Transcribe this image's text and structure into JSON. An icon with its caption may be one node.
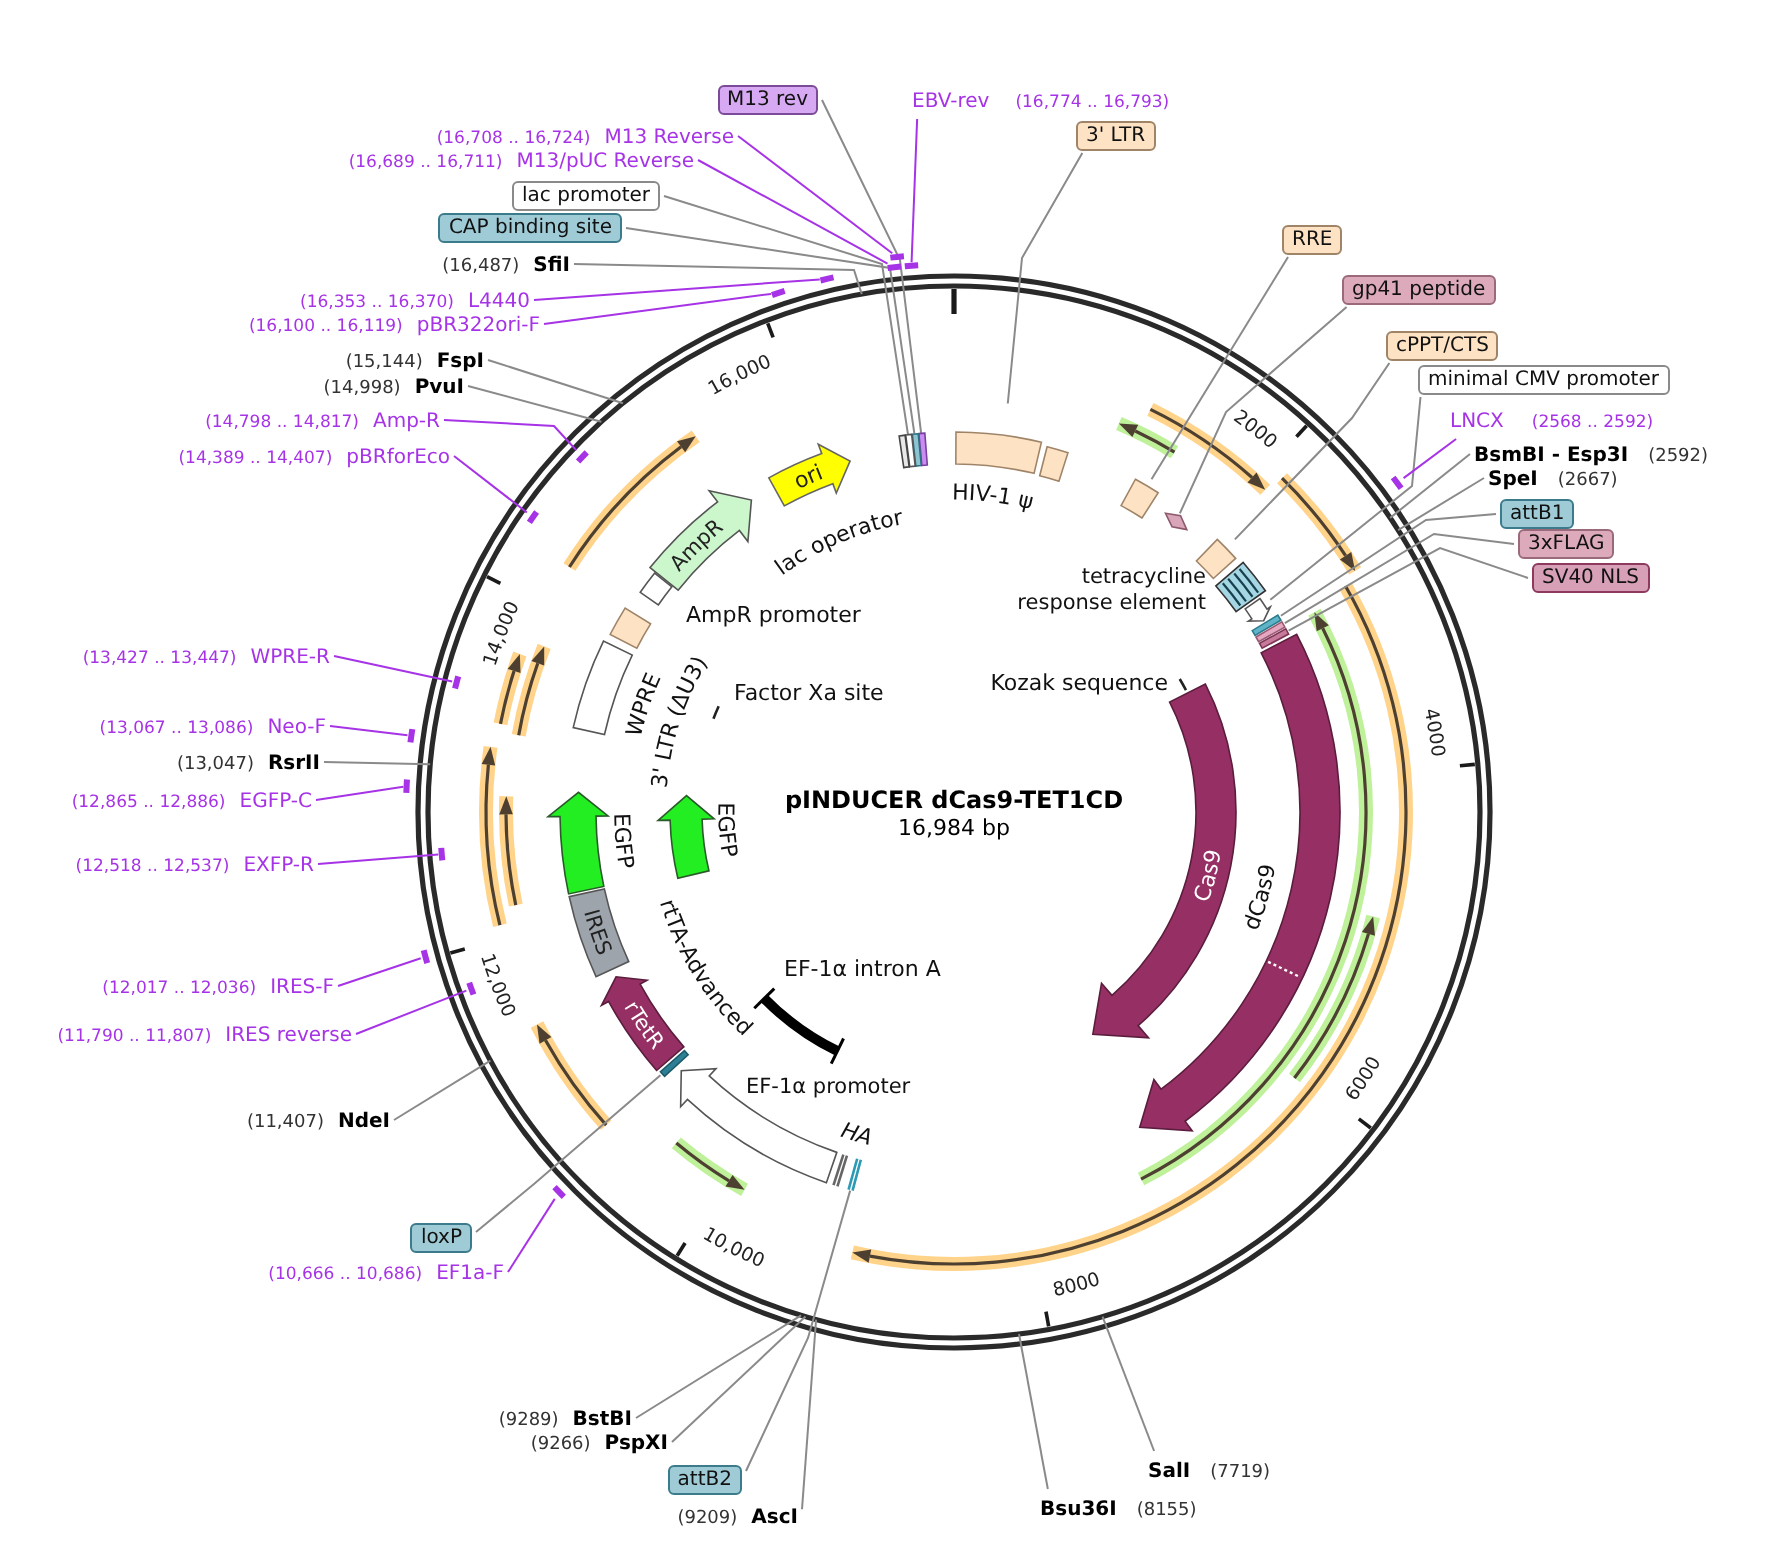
{
  "diagram": {
    "title": "pINDUCER dCas9-TET1CD",
    "nodes": [
      {
        "text": [
          "M13 rev"
        ]
      },
      {
        "text": [
          "EBV-rev",
          "(16,774 .. 16,793)"
        ]
      },
      {
        "text": [
          "3' LTR"
        ]
      },
      {
        "text": [
          "(16,708 .. 16,724)",
          "M13 Reverse"
        ]
      },
      {
        "text": [
          "(16,689 .. 16,711)",
          "M13/pUC Reverse"
        ]
      },
      {
        "text": [
          "lac promoter"
        ]
      },
      {
        "text": [
          "CAP binding site"
        ]
      },
      {
        "text": [
          "RRE"
        ]
      },
      {
        "text": [
          "(16,487)",
          "SfiI"
        ]
      },
      {
        "text": [
          "gp41 peptide"
        ]
      },
      {
        "text": [
          "(16,353 .. 16,370)",
          "L4440"
        ]
      },
      {
        "text": [
          "(16,100 .. 16,119)",
          "pBR322ori-F"
        ]
      },
      {
        "text": [
          "cPPT/CTS"
        ]
      },
      {
        "text": [
          "(15,144)",
          "FspI"
        ]
      },
      {
        "text": [
          "minimal CMV promoter"
        ]
      },
      {
        "text": [
          "(14,998)",
          "PvuI"
        ]
      },
      {
        "text": [
          "(14,798 .. 14,817)",
          "Amp-R"
        ]
      },
      {
        "text": [
          "LNCX",
          "(2568 .. 2592)"
        ]
      },
      {
        "text": [
          "BsmBI - Esp3I",
          "(2592)"
        ]
      },
      {
        "text": [
          "(14,389 .. 14,407)",
          "pBRforEco"
        ]
      },
      {
        "text": [
          "SpeI",
          "(2667)"
        ]
      },
      {
        "text": [
          "attB1"
        ]
      },
      {
        "text": [
          "3xFLAG"
        ]
      },
      {
        "text": [
          "SV40 NLS"
        ]
      },
      {
        "text": [
          "(13,427 .. 13,447)",
          "WPRE-R"
        ]
      },
      {
        "text": [
          "(13,067 .. 13,086)",
          "Neo-F"
        ]
      },
      {
        "text": [
          "(13,047)",
          "RsrII"
        ]
      },
      {
        "text": [
          "(12,865 .. 12,886)",
          "EGFP-C"
        ]
      },
      {
        "text": [
          "(12,518 .. 12,537)",
          "EXFP-R"
        ]
      },
      {
        "text": [
          "(12,017 .. 12,036)",
          "IRES-F"
        ]
      },
      {
        "text": [
          "(11,790 .. 11,807)",
          "IRES reverse"
        ]
      },
      {
        "text": [
          "(11,407)",
          "NdeI"
        ]
      },
      {
        "text": [
          "loxP"
        ]
      },
      {
        "text": [
          "(10,666 .. 10,686)",
          "EF1a-F"
        ]
      },
      {
        "text": [
          "(9289)",
          "BstBI"
        ]
      },
      {
        "text": [
          "(9266)",
          "PspXI"
        ]
      },
      {
        "text": [
          "SalI",
          "(7719)"
        ]
      },
      {
        "text": [
          "attB2"
        ]
      },
      {
        "text": [
          "Bsu36I",
          "(8155)"
        ]
      },
      {
        "text": [
          "(9209)",
          "AscI"
        ]
      },
      {
        "text": [],
        "shape": "bar"
      },
      {
        "text": [],
        "shape": "bar"
      },
      {
        "text": [],
        "shape": "bar"
      },
      {
        "text": [
          "lac operator"
        ]
      },
      {
        "text": [
          "HIV-1 ψ"
        ]
      },
      {
        "text": [],
        "shape": "box"
      },
      {
        "text": [],
        "shape": "box"
      },
      {
        "text": [],
        "shape": "diamond"
      },
      {
        "text": [],
        "shape": "box"
      },
      {
        "text": [
          "tetracycline response element"
        ]
      },
      {
        "text": [],
        "shape": "arrow"
      },
      {
        "text": [],
        "shape": "bar"
      },
      {
        "text": [],
        "shape": "bar"
      },
      {
        "text": [],
        "shape": "bar"
      },
      {
        "text": [
          "Kozak sequence"
        ]
      },
      {
        "text": [
          "Cas9"
        ]
      },
      {
        "text": [
          "dCas9"
        ]
      },
      {
        "text": [
          "HA"
        ]
      },
      {
        "text": [],
        "shape": "bar"
      },
      {
        "text": [
          "EF-1α intron A"
        ]
      },
      {
        "text": [
          "EF-1α promoter"
        ]
      },
      {
        "text": [],
        "shape": "bar"
      },
      {
        "text": [
          "rTetR"
        ],
        "beside": [
          "rtTA-Advanced"
        ]
      },
      {
        "text": [
          "IRES"
        ]
      },
      {
        "text": [
          "EGFP"
        ]
      },
      {
        "text": [
          "EGFP"
        ]
      },
      {
        "text": [
          "WPRE"
        ]
      },
      {
        "text": [
          "3' LTR (ΔU3)"
        ]
      },
      {
        "text": [
          "Factor Xa site"
        ]
      },
      {
        "text": [
          "AmpR promoter"
        ]
      },
      {
        "text": [
          "AmpR"
        ]
      },
      {
        "text": [
          "ori"
        ]
      },
      {
        "text": [],
        "shape": "bar"
      },
      {
        "text": [],
        "shape": "bar"
      },
      {
        "text": [],
        "shape": "bar"
      },
      {
        "text": [],
        "shape": "bar"
      },
      {
        "text": [],
        "shape": "bar"
      },
      {
        "text": [],
        "shape": "bar"
      },
      {
        "text": [],
        "shape": "bar"
      },
      {
        "text": [],
        "shape": "bar"
      },
      {
        "text": [],
        "shape": "bar"
      },
      {
        "text": [],
        "shape": "bar"
      },
      {
        "text": [],
        "shape": "bar"
      },
      {
        "text": [],
        "shape": "bar"
      },
      {
        "text": [],
        "shape": "bar"
      },
      {
        "text": [],
        "shape": "bar"
      },
      {
        "text": [],
        "shape": "bar"
      }
    ],
    "edges": [
      {
        "from": 0,
        "to": 40,
        "arrow": "none"
      },
      {
        "from": 1,
        "to": 72,
        "arrow": "none",
        "color": "#a633e6"
      },
      {
        "from": 2,
        "to": null,
        "arrow": "none"
      },
      {
        "from": 3,
        "to": 73,
        "arrow": "none",
        "color": "#a633e6"
      },
      {
        "from": 4,
        "to": 74,
        "arrow": "none",
        "color": "#a633e6"
      },
      {
        "from": 5,
        "to": 42,
        "arrow": "none"
      },
      {
        "from": 6,
        "to": 41,
        "arrow": "none"
      },
      {
        "from": 7,
        "to": 46,
        "arrow": "none"
      },
      {
        "from": 8,
        "to": null,
        "arrow": "none"
      },
      {
        "from": 9,
        "to": 47,
        "arrow": "none"
      },
      {
        "from": 10,
        "to": 75,
        "arrow": "none",
        "color": "#a633e6"
      },
      {
        "from": 11,
        "to": 76,
        "arrow": "none",
        "color": "#a633e6"
      },
      {
        "from": 12,
        "to": 48,
        "arrow": "none"
      },
      {
        "from": 13,
        "to": null,
        "arrow": "none"
      },
      {
        "from": 14,
        "to": 50,
        "arrow": "none"
      },
      {
        "from": 15,
        "to": null,
        "arrow": "none"
      },
      {
        "from": 16,
        "to": 77,
        "arrow": "none",
        "color": "#a633e6"
      },
      {
        "from": 17,
        "to": 78,
        "arrow": "none",
        "color": "#a633e6"
      },
      {
        "from": 18,
        "to": null,
        "arrow": "none"
      },
      {
        "from": 19,
        "to": 79,
        "arrow": "none",
        "color": "#a633e6"
      },
      {
        "from": 20,
        "to": null,
        "arrow": "none"
      },
      {
        "from": 21,
        "to": 51,
        "arrow": "none"
      },
      {
        "from": 22,
        "to": 52,
        "arrow": "none"
      },
      {
        "from": 23,
        "to": 53,
        "arrow": "none"
      },
      {
        "from": 24,
        "to": 80,
        "arrow": "none",
        "color": "#a633e6"
      },
      {
        "from": 25,
        "to": 81,
        "arrow": "none",
        "color": "#a633e6"
      },
      {
        "from": 26,
        "to": null,
        "arrow": "none"
      },
      {
        "from": 27,
        "to": 82,
        "arrow": "none",
        "color": "#a633e6"
      },
      {
        "from": 28,
        "to": 83,
        "arrow": "none",
        "color": "#a633e6"
      },
      {
        "from": 29,
        "to": 84,
        "arrow": "none",
        "color": "#a633e6"
      },
      {
        "from": 30,
        "to": 85,
        "arrow": "none",
        "color": "#a633e6"
      },
      {
        "from": 31,
        "to": null,
        "arrow": "none"
      },
      {
        "from": 32,
        "to": 61,
        "arrow": "none"
      },
      {
        "from": 33,
        "to": 86,
        "arrow": "none",
        "color": "#a633e6"
      },
      {
        "from": 34,
        "to": null,
        "arrow": "none"
      },
      {
        "from": 35,
        "to": null,
        "arrow": "none"
      },
      {
        "from": 36,
        "to": null,
        "arrow": "none"
      },
      {
        "from": 37,
        "to": 58,
        "arrow": "none"
      },
      {
        "from": 38,
        "to": null,
        "arrow": "none"
      },
      {
        "from": 39,
        "to": null,
        "arrow": "none"
      }
    ],
    "labels": [
      "16,000",
      "2000",
      "14,000",
      "4000",
      "16,984 bp",
      "12,000",
      "6000",
      "10,000",
      "8000"
    ]
  }
}
